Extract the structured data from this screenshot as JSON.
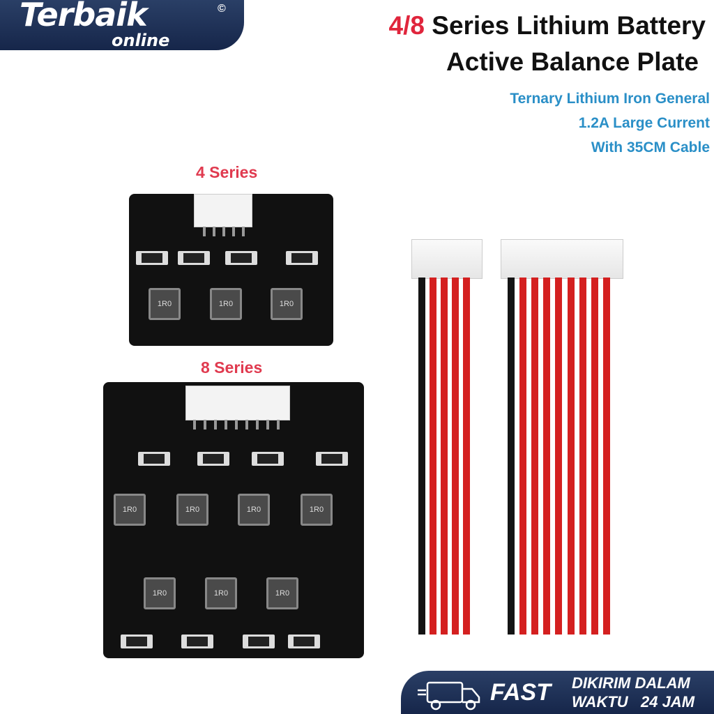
{
  "logo": {
    "text": "Terbaik",
    "sub": "online",
    "reg": "©"
  },
  "title": {
    "accent": "4/8",
    "line1": " Series Lithium Battery",
    "line2": "Active Balance Plate"
  },
  "features": [
    "Ternary Lithium Iron General",
    "1.2A Large Current",
    "With 35CM Cable"
  ],
  "boards": [
    {
      "label": "4 Series",
      "inductor_text": "1R0",
      "inductors": 3
    },
    {
      "label": "8 Series",
      "inductor_text": "1R0",
      "inductors": 7
    }
  ],
  "cables": [
    {
      "black_wires": 1,
      "red_wires": 4
    },
    {
      "black_wires": 1,
      "red_wires": 8
    }
  ],
  "colors": {
    "accent": "#e0253c",
    "feature": "#2a8fc7",
    "brand": "#1c2d52",
    "wire_red": "#d42020"
  },
  "shipping": {
    "icon": "truck-icon",
    "fast": "FAST",
    "line1": "DIKIRIM DALAM",
    "line2": "WAKTU   24 JAM"
  }
}
